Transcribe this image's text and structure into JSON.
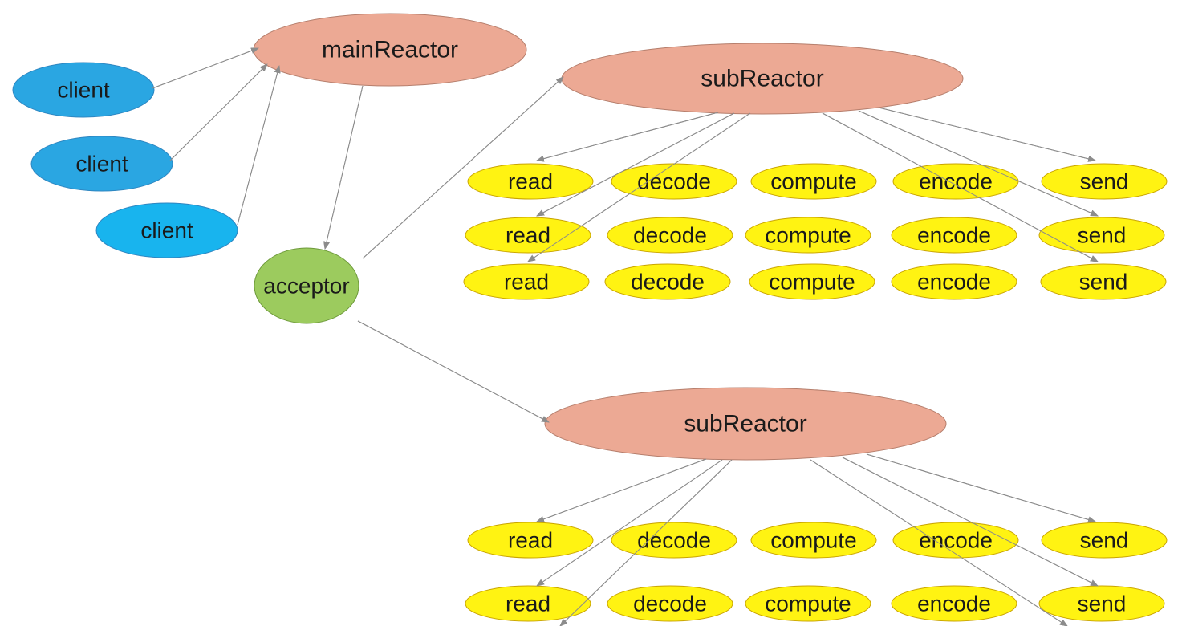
{
  "colors": {
    "client_fill": "#2AA6E2",
    "client_stroke": "#2E86C1",
    "reactor_fill": "#ECA994",
    "reactor_stroke": "#B57E6C",
    "acceptor_fill": "#9CCB5E",
    "acceptor_stroke": "#6E9A3B",
    "task_fill": "#FFF200",
    "task_stroke": "#C9A400",
    "edge": "#8C8C8C",
    "text": "#1A1A1A"
  },
  "nodes": {
    "client_1": "client",
    "client_2": "client",
    "client_3": "client",
    "main_reactor": "mainReactor",
    "acceptor": "acceptor",
    "sub_reactor_1": "subReactor",
    "sub_reactor_2": "subReactor"
  },
  "task_groups": [
    {
      "reactor": "sub_reactor_1",
      "rows": [
        [
          "read",
          "decode",
          "compute",
          "encode",
          "send"
        ],
        [
          "read",
          "decode",
          "compute",
          "encode",
          "send"
        ],
        [
          "read",
          "decode",
          "compute",
          "encode",
          "send"
        ]
      ]
    },
    {
      "reactor": "sub_reactor_2",
      "rows": [
        [
          "read",
          "decode",
          "compute",
          "encode",
          "send"
        ],
        [
          "read",
          "decode",
          "compute",
          "encode",
          "send"
        ]
      ]
    }
  ]
}
